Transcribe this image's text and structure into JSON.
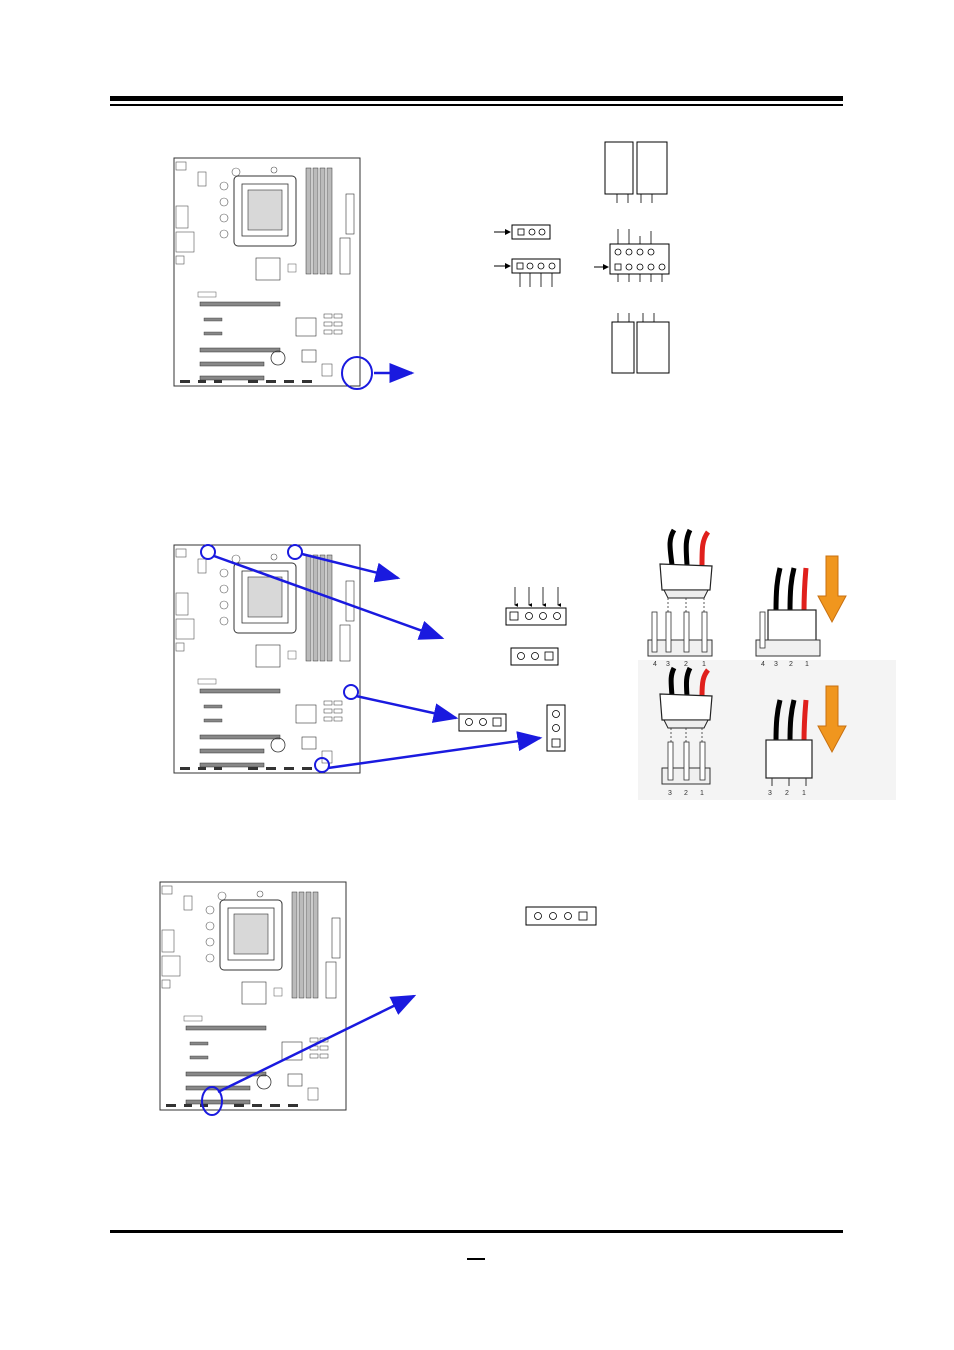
{
  "page": {
    "page_number": ""
  },
  "figures": {
    "fan_wiring": {
      "four_pin_numbers": [
        "4",
        "3",
        "2",
        "1"
      ],
      "three_pin_numbers": [
        "3",
        "2",
        "1"
      ],
      "wire_colors": [
        "#000000",
        "#000000",
        "#e0201c"
      ],
      "arrow_color": "#f0961e"
    },
    "callout_color": "#1a1adf"
  }
}
